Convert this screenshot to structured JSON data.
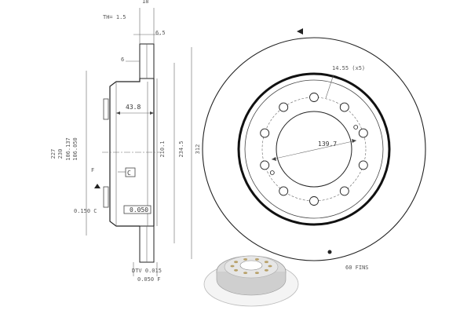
{
  "section_view": {
    "top_label": "18",
    "thickness_min": "TH= 1.5",
    "dim_6_5": "6.5",
    "dim_6": "6",
    "dim_43_8": "43.8",
    "dim_227": "227",
    "dim_230": "230",
    "dim_106_137": "106.137",
    "dim_106_050": "106.050",
    "dim_210_1": "210.1",
    "dim_234_5": "234.5",
    "dim_312": "312",
    "datum_c": "C",
    "datum_f": "F",
    "tol_left": "0.150 C",
    "tol_box": "0.050",
    "tol_bottom_1": "DTV 0.015",
    "tol_bottom_2": "0.050 F"
  },
  "front_view": {
    "hole_spec": "14.55 (x5)",
    "pcd": "139.7",
    "fins": "60 FINS"
  }
}
